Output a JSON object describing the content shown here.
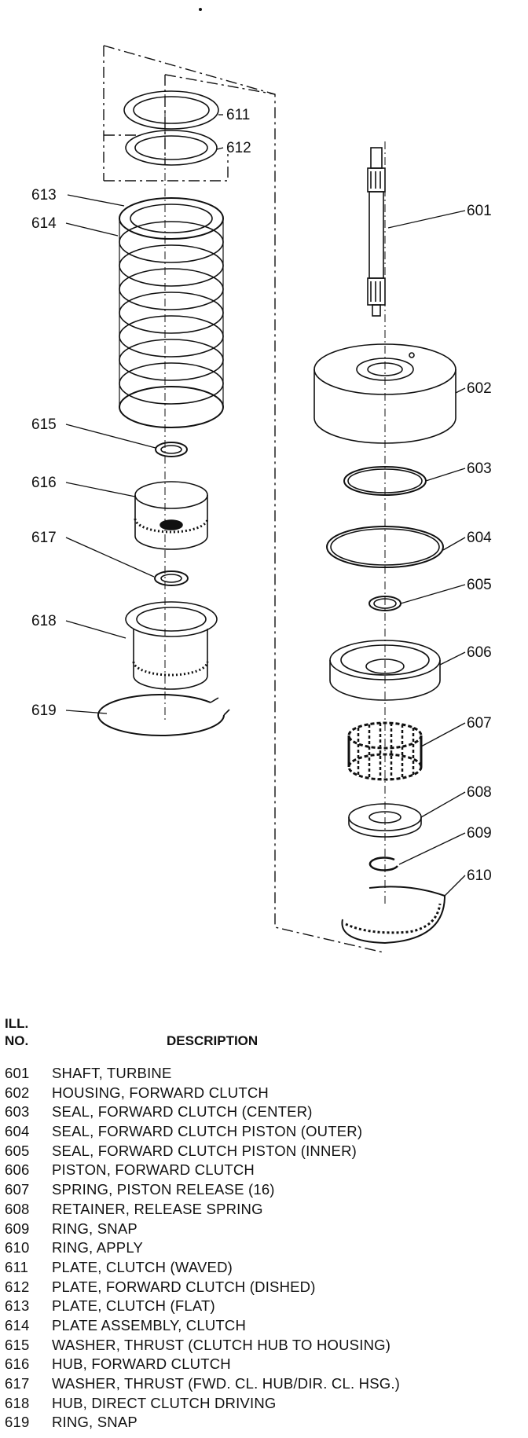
{
  "callouts": [
    "601",
    "602",
    "603",
    "604",
    "605",
    "606",
    "607",
    "608",
    "609",
    "610",
    "611",
    "612",
    "613",
    "614",
    "615",
    "616",
    "617",
    "618",
    "619"
  ],
  "legend": {
    "ill_label": "ILL.",
    "no_label": "NO.",
    "description_label": "DESCRIPTION",
    "items": [
      {
        "no": "601",
        "desc": "SHAFT, TURBINE"
      },
      {
        "no": "602",
        "desc": "HOUSING, FORWARD CLUTCH"
      },
      {
        "no": "603",
        "desc": "SEAL, FORWARD CLUTCH (CENTER)"
      },
      {
        "no": "604",
        "desc": "SEAL, FORWARD CLUTCH PISTON (OUTER)"
      },
      {
        "no": "605",
        "desc": "SEAL, FORWARD CLUTCH PISTON (INNER)"
      },
      {
        "no": "606",
        "desc": "PISTON, FORWARD CLUTCH"
      },
      {
        "no": "607",
        "desc": "SPRING, PISTON RELEASE (16)"
      },
      {
        "no": "608",
        "desc": "RETAINER, RELEASE SPRING"
      },
      {
        "no": "609",
        "desc": "RING, SNAP"
      },
      {
        "no": "610",
        "desc": "RING, APPLY"
      },
      {
        "no": "611",
        "desc": "PLATE, CLUTCH (WAVED)"
      },
      {
        "no": "612",
        "desc": "PLATE, FORWARD CLUTCH (DISHED)"
      },
      {
        "no": "613",
        "desc": "PLATE, CLUTCH (FLAT)"
      },
      {
        "no": "614",
        "desc": "PLATE ASSEMBLY, CLUTCH"
      },
      {
        "no": "615",
        "desc": "WASHER, THRUST (CLUTCH HUB TO HOUSING)"
      },
      {
        "no": "616",
        "desc": "HUB, FORWARD CLUTCH"
      },
      {
        "no": "617",
        "desc": "WASHER, THRUST (FWD. CL. HUB/DIR. CL. HSG.)"
      },
      {
        "no": "618",
        "desc": "HUB, DIRECT CLUTCH DRIVING"
      },
      {
        "no": "619",
        "desc": "RING, SNAP"
      }
    ]
  }
}
